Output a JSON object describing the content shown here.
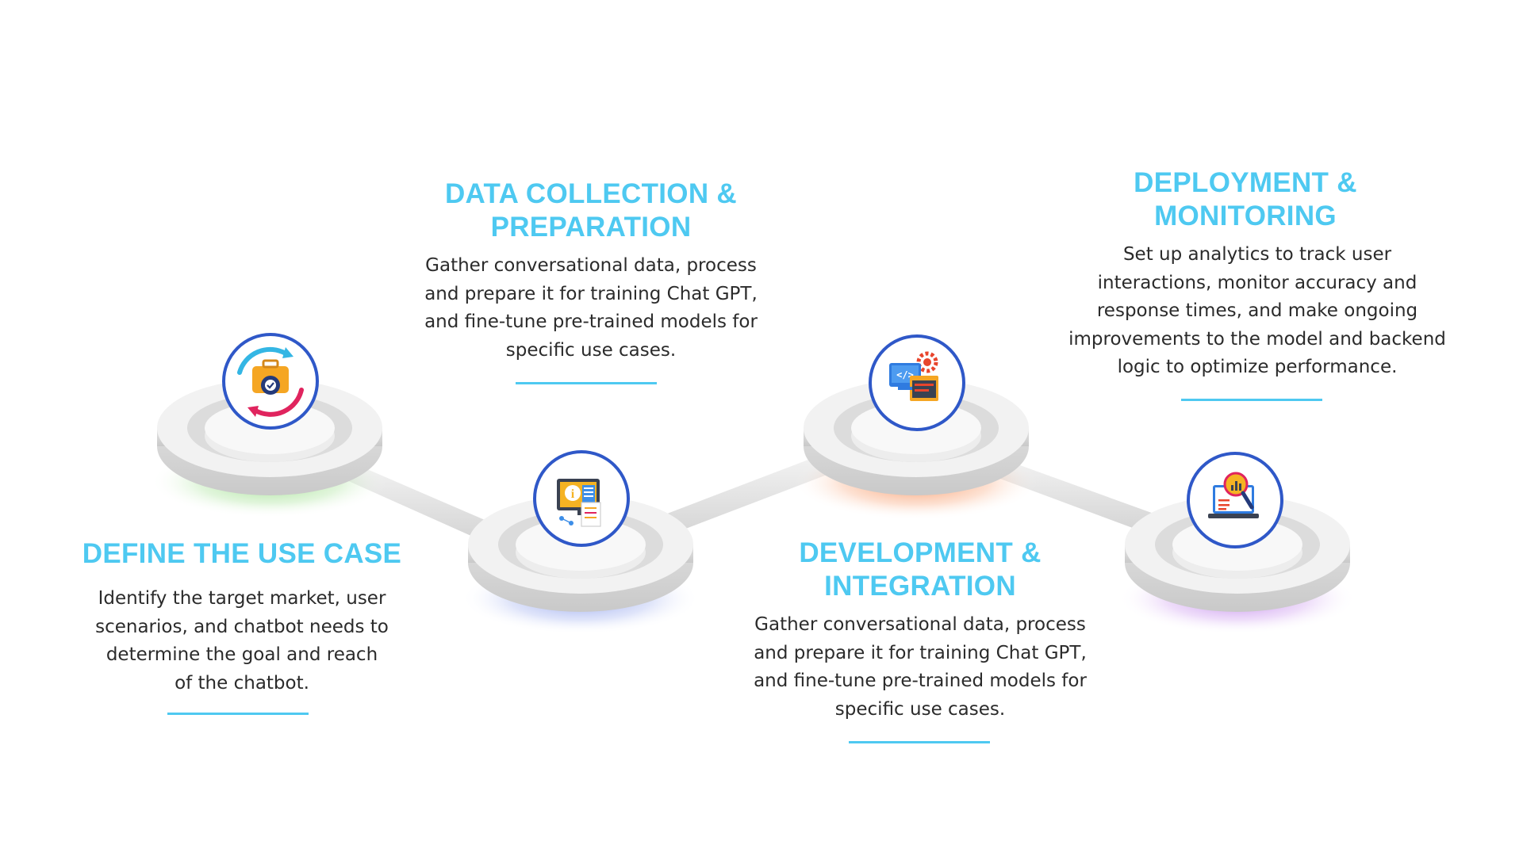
{
  "steps": [
    {
      "id": "define",
      "title_lines": [
        "DEFINE THE USE CASE"
      ],
      "desc_lines": [
        "Identify the target market, user",
        "scenarios, and chatbot needs to",
        "determine the goal and reach",
        "of the chatbot."
      ],
      "icon": "target-briefcase-cycle-icon",
      "glow_color": "#8fd67e"
    },
    {
      "id": "data",
      "title_lines": [
        "DATA COLLECTION &",
        "PREPARATION"
      ],
      "desc_lines": [
        "Gather conversational data, process",
        "and prepare it for training Chat GPT,",
        "and fine-tune pre-trained models for",
        "specific use cases."
      ],
      "icon": "info-monitor-document-icon",
      "glow_color": "#7f94ea"
    },
    {
      "id": "dev",
      "title_lines": [
        "DEVELOPMENT &",
        "INTEGRATION"
      ],
      "desc_lines": [
        "Gather conversational data, process",
        "and prepare it for training Chat GPT,",
        "and fine-tune pre-trained models for",
        "specific use cases."
      ],
      "icon": "code-window-gear-icon",
      "glow_color": "#f6874a"
    },
    {
      "id": "deploy",
      "title_lines": [
        "DEPLOYMENT &",
        "MONITORING"
      ],
      "desc_lines": [
        "Set up analytics to track user",
        "interactions, monitor accuracy and",
        "response times, and make ongoing",
        "improvements to the model and backend",
        "logic to optimize performance."
      ],
      "icon": "analytics-laptop-magnifier-icon",
      "glow_color": "#b36ce6"
    }
  ],
  "colors": {
    "accent": "#4ec9f1",
    "icon_ring": "#2f58c8",
    "text": "#2b2b2b",
    "platform": "#eeeeee"
  }
}
